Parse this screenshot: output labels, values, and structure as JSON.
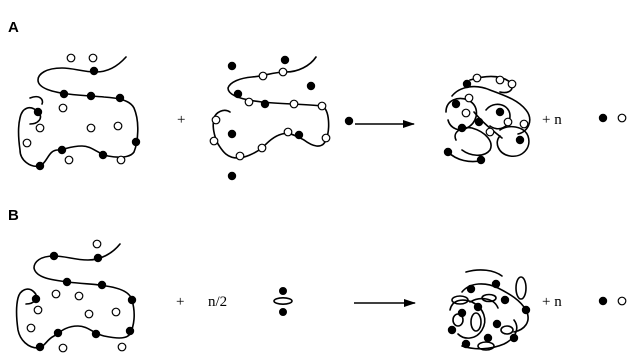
{
  "panels": [
    {
      "label": "A",
      "plus1": "+",
      "plus2": "+ n"
    },
    {
      "label": "B",
      "plus1": "+",
      "coef": "n/2",
      "plus2": "+ n"
    }
  ]
}
